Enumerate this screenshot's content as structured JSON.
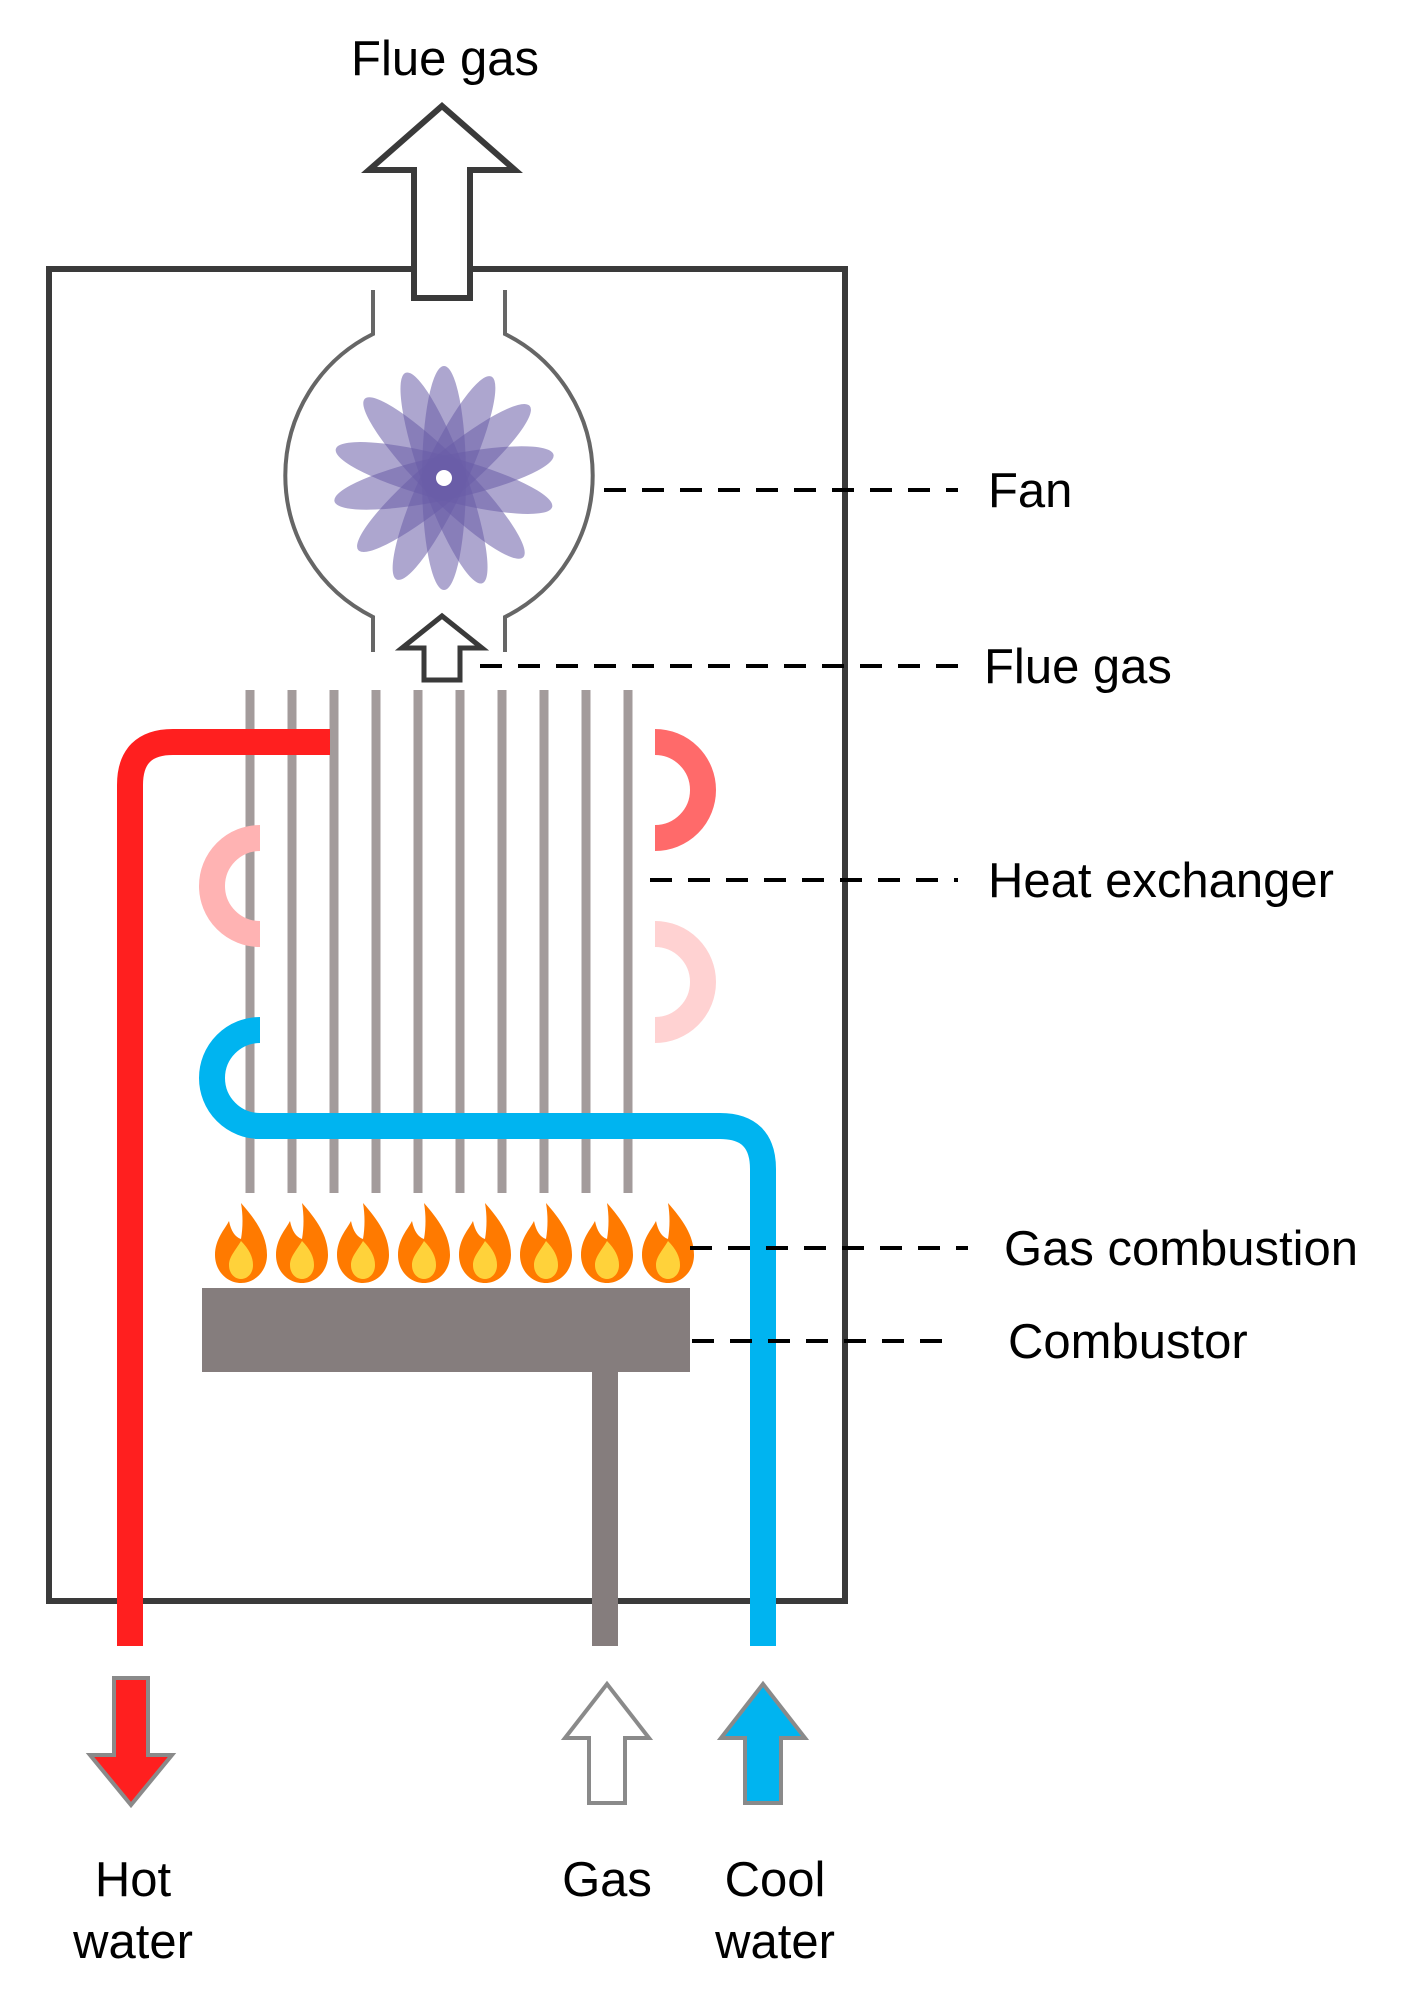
{
  "labels": {
    "flue_gas_outlet": "Flue gas",
    "fan": "Fan",
    "flue_gas_inner": "Flue gas",
    "heat_exchanger": "Heat exchanger",
    "gas_combustion": "Gas combustion",
    "combustor": "Combustor",
    "hot_water_line1": "Hot",
    "hot_water_line2": "water",
    "gas": "Gas",
    "cool_water_line1": "Cool",
    "cool_water_line2": "water"
  },
  "colors": {
    "casing": "#3a3a3a",
    "hot_water": "#ff1f1f",
    "cool_water": "#00b4f0",
    "gas_pipe": "#857d7d",
    "combustor": "#857d7d",
    "fins": "#a39b9b",
    "fan_blades": "#6a5ca8",
    "flame_outer": "#ff7a00",
    "flame_inner": "#ffd23a"
  },
  "icons": {
    "fan": "fan-icon",
    "flame": "flame-icon",
    "arrow_up": "arrow-up-icon",
    "arrow_down": "arrow-down-icon"
  }
}
